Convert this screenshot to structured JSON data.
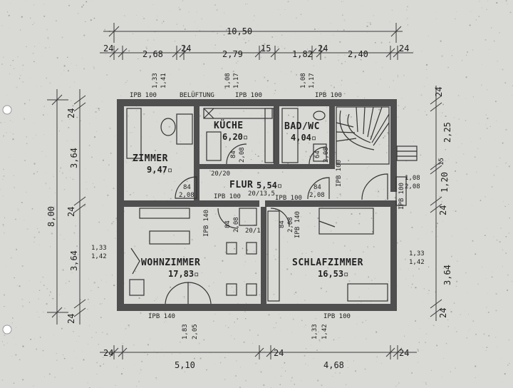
{
  "overall": {
    "width_top": "10,50",
    "width_bottom_left": "5,10",
    "width_bottom_right": "4,68",
    "depth_left": "8,00",
    "depth_left_upper": "3,64",
    "depth_left_lower": "3,64",
    "depth_right_upper": "2,25",
    "depth_right_mid": "1,20",
    "depth_right_lower": "3,64"
  },
  "top_segments": [
    "24",
    "2,68",
    "24",
    "2,79",
    "15",
    "1,82",
    "24",
    "2,40",
    "24"
  ],
  "wall_thickness_labels": [
    "24",
    "24",
    "24",
    "24",
    "24",
    "24",
    "15"
  ],
  "bottom_segments": [
    "24",
    "24",
    "24"
  ],
  "rooms": {
    "zimmer": {
      "name": "ZIMMER",
      "area": "9,47▫"
    },
    "kueche": {
      "name": "KÜCHE",
      "area": "6,20▫"
    },
    "bad": {
      "name": "BAD/WC",
      "area": "4,04▫"
    },
    "flur": {
      "name": "FLUR",
      "area": "5,54▫"
    },
    "wohnzimmer": {
      "name": "WOHNZIMMER",
      "area": "17,83▫"
    },
    "schlafzimmer": {
      "name": "SCHLAFZIMMER",
      "area": "16,53▫"
    }
  },
  "annotations": {
    "ipb100_a": "IPB 100",
    "belueftung": "BELÜFTUNG",
    "ipb100_b": "IPB 100",
    "ipb100_c": "IPB 100",
    "win_zimmer": "1,33",
    "win_zimmer2": "1,41",
    "win_kueche": "1,08",
    "win_kueche2": "1,17",
    "win_bad": "1,08",
    "win_bad2": "1,17",
    "door_zimmer_w": "84",
    "door_zimmer_h": "2,08",
    "door_kueche_w": "84",
    "door_kueche_h": "2,08",
    "door_bad_w": "64",
    "door_bad_h": "2,08",
    "door_flur_w": "84",
    "door_flur_h": "2,08",
    "door_wohn_w": "84",
    "door_wohn_h": "2,08",
    "door_schlaf_w": "84",
    "door_schlaf_h": "2,08",
    "entry_w": "1,08",
    "entry_h": "2,08",
    "flur_20_20": "20/20",
    "ipb100_flur": "IPB 100",
    "flur_ratio": "20/13,5",
    "ipb100_flur2": "IPB 100",
    "ipb100_stair": "IPB 100",
    "ipb140_mid": "IPB 140",
    "ipb140_schlaf": "IPB 140",
    "wohn_win_l": "1,33",
    "wohn_win_l2": "1,42",
    "schlaf_win_r": "1,33",
    "schlaf_win_r2": "1,42",
    "ipb140_bottom": "IPB 140",
    "ipb100_bottom": "IPB 100",
    "terrace_w": "1,83",
    "terrace_h": "2,05",
    "schlaf_bottom_w": "1,33",
    "schlaf_bottom_h": "1,42",
    "stair_ipb": "IPB 100",
    "ratio_20_1": "20/1"
  }
}
